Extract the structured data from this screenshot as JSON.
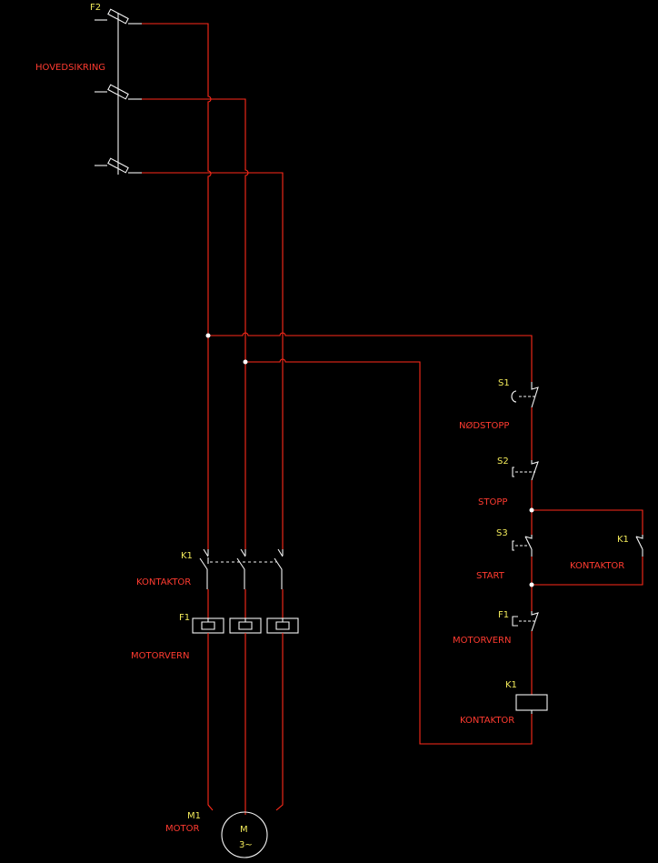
{
  "labels": {
    "fuse_tag": "F2",
    "fuse_name": "HOVEDSIKRING",
    "k1_main_tag": "K1",
    "k1_main_name": "KONTAKTOR",
    "f1_main_tag": "F1",
    "f1_main_name": "MOTORVERN",
    "m1_tag": "M1",
    "m1_name": "MOTOR",
    "motor_symbol": "M",
    "motor_phase": "3~",
    "s1_tag": "S1",
    "s1_name": "NØDSTOPP",
    "s2_tag": "S2",
    "s2_name": "STOPP",
    "s3_tag": "S3",
    "s3_name": "START",
    "k1_hold_tag": "K1",
    "k1_hold_name": "KONTAKTOR",
    "f1_ctrl_tag": "F1",
    "f1_ctrl_name": "MOTORVERN",
    "k1_coil_tag": "K1",
    "k1_coil_name": "KONTAKTOR"
  },
  "colors": {
    "background": "#000000",
    "wire": "#ff2a1a",
    "symbol": "#f4f4f4",
    "designation": "#f2ea5a",
    "description": "#ff3b30"
  }
}
